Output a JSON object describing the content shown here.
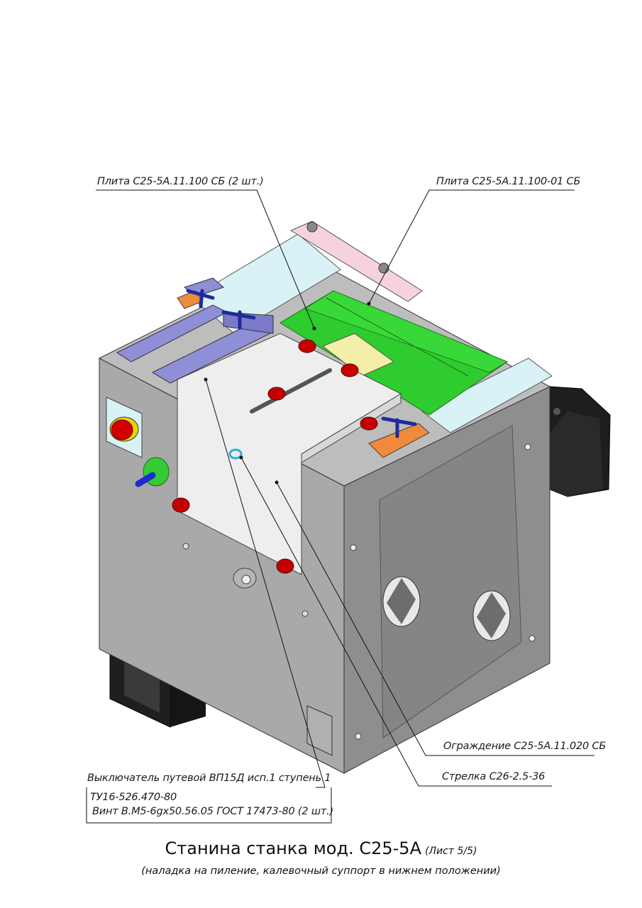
{
  "labels": {
    "plate_pair": "Плита С25-5А.11.100 СБ (2 шт.)",
    "plate_single": "Плита С25-5А.11.100-01 СБ",
    "guard": "Ограждение С25-5А.11.020 СБ",
    "arrow": "Стрелка С26-2.5-36",
    "switch_line1": "Выключатель путевой ВП15Д исп.1 ступень 1",
    "switch_line2": "ТУ16-526.470-80",
    "switch_line3": "Винт В.М5-6gх50.56.05 ГОСТ 17473-80 (2 шт.)"
  },
  "title": {
    "main": "Станина станка мод. С25-5А",
    "sheet": "(Лист 5/5)",
    "subtitle": "(наладка на пиление, калевочный суппорт в нижнем положении)"
  },
  "colors": {
    "body_gray": "#a7a7a7",
    "body_dark": "#8a8a8a",
    "plate_green": "#2ecc2e",
    "plate_lightblue": "#d9f2f5",
    "guide_violet": "#8f8fd8",
    "clamp_orange": "#f08a3c",
    "knob_red": "#c40000",
    "guard_white": "#eeeeee",
    "pink_bar": "#f6d3dc",
    "motor_black": "#1e1e1e"
  }
}
